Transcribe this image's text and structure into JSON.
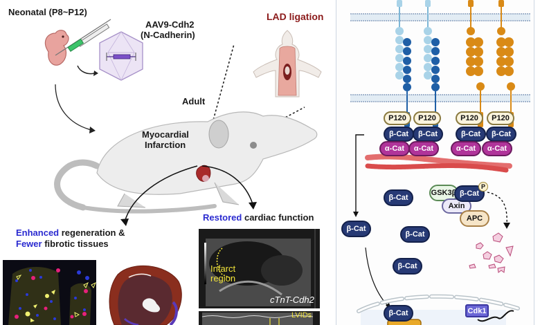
{
  "left_panel": {
    "neonatal_label": "Neonatal (P8~P12)",
    "vector_label_line1": "AAV9-Cdh2",
    "vector_label_line2": "(N-Cadherin)",
    "lad_label": "LAD ligation",
    "adult_label": "Adult",
    "mi_label_line1": "Myocardial",
    "mi_label_line2": "Infarction",
    "outcome_regen": {
      "highlight1": "Enhanced",
      "rest1": " regeneration &",
      "highlight2": "Fewer",
      "rest2": " fibrotic tissues"
    },
    "outcome_cardiac": {
      "highlight": "Restored",
      "rest": " cardiac function"
    },
    "echo": {
      "infarct_line1": "Infarct",
      "infarct_line2": "region",
      "genotype": "cTnT-Cdh2",
      "mmode_label": "LVIDs"
    }
  },
  "right_panel": {
    "adhesion_complex": {
      "p120": [
        "P120",
        "P120",
        "P120",
        "P120"
      ],
      "beta_cat": [
        "β-Cat",
        "β-Cat",
        "β-Cat",
        "β-Cat"
      ],
      "alpha_cat": [
        "α-Cat",
        "α-Cat",
        "α-Cat",
        "α-Cat"
      ]
    },
    "cytoplasm": {
      "free_beta_cat": [
        "β-Cat",
        "β-Cat",
        "β-Cat",
        "β-Cat"
      ],
      "destruction_complex": {
        "gsk": "GSK3β",
        "beta_cat": "β-Cat",
        "phospho": "P",
        "axin": "Axin",
        "apc": "APC"
      }
    },
    "nucleus": {
      "beta_cat": "β-Cat",
      "cdk": "Cdk1"
    }
  },
  "colors": {
    "light_cadherin": "#a9d3e8",
    "dark_cadherin": "#1f5fa6",
    "n_cadherin": "#d98a16",
    "beta_cat": "#273a75",
    "alpha_cat": "#b0349a",
    "lad_text": "#8b1a1a",
    "highlight_blue": "#2a2ad0"
  }
}
